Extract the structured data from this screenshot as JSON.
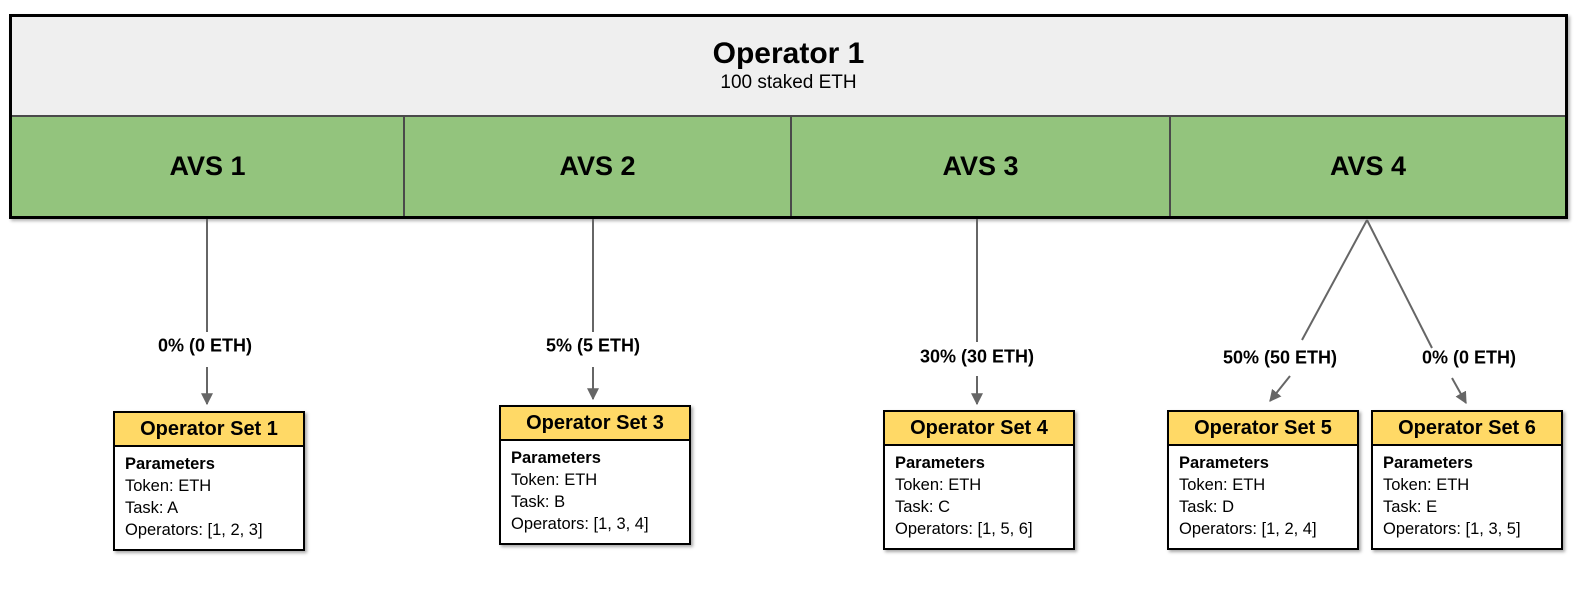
{
  "operator": {
    "title": "Operator 1",
    "subtitle": "100 staked ETH"
  },
  "avs_list": [
    {
      "label": "AVS 1"
    },
    {
      "label": "AVS 2"
    },
    {
      "label": "AVS 3"
    },
    {
      "label": "AVS 4"
    }
  ],
  "allocations": [
    {
      "from": "AVS 1",
      "to": "Operator Set 1",
      "label": "0% (0 ETH)"
    },
    {
      "from": "AVS 2",
      "to": "Operator Set 3",
      "label": "5% (5 ETH)"
    },
    {
      "from": "AVS 3",
      "to": "Operator Set 4",
      "label": "30% (30 ETH)"
    },
    {
      "from": "AVS 4",
      "to": "Operator Set 5",
      "label": "50% (50 ETH)"
    },
    {
      "from": "AVS 4",
      "to": "Operator Set 6",
      "label": "0% (0 ETH)"
    }
  ],
  "operator_sets": [
    {
      "title": "Operator Set 1",
      "params_heading": "Parameters",
      "token": "Token: ETH",
      "task": "Task: A",
      "operators": "Operators: [1, 2, 3]"
    },
    {
      "title": "Operator Set 3",
      "params_heading": "Parameters",
      "token": "Token: ETH",
      "task": "Task: B",
      "operators": "Operators: [1, 3, 4]"
    },
    {
      "title": "Operator Set 4",
      "params_heading": "Parameters",
      "token": "Token: ETH",
      "task": "Task: C",
      "operators": "Operators: [1, 5, 6]"
    },
    {
      "title": "Operator Set 5",
      "params_heading": "Parameters",
      "token": "Token: ETH",
      "task": "Task: D",
      "operators": "Operators: [1, 2, 4]"
    },
    {
      "title": "Operator Set 6",
      "params_heading": "Parameters",
      "token": "Token: ETH",
      "task": "Task: E",
      "operators": "Operators: [1, 3, 5]"
    }
  ],
  "colors": {
    "operator_fill": "#efefef",
    "avs_fill": "#93c47d",
    "opset_header_fill": "#ffd966",
    "arrow": "#666666",
    "border": "#000000",
    "divider": "#4a4a4a"
  }
}
